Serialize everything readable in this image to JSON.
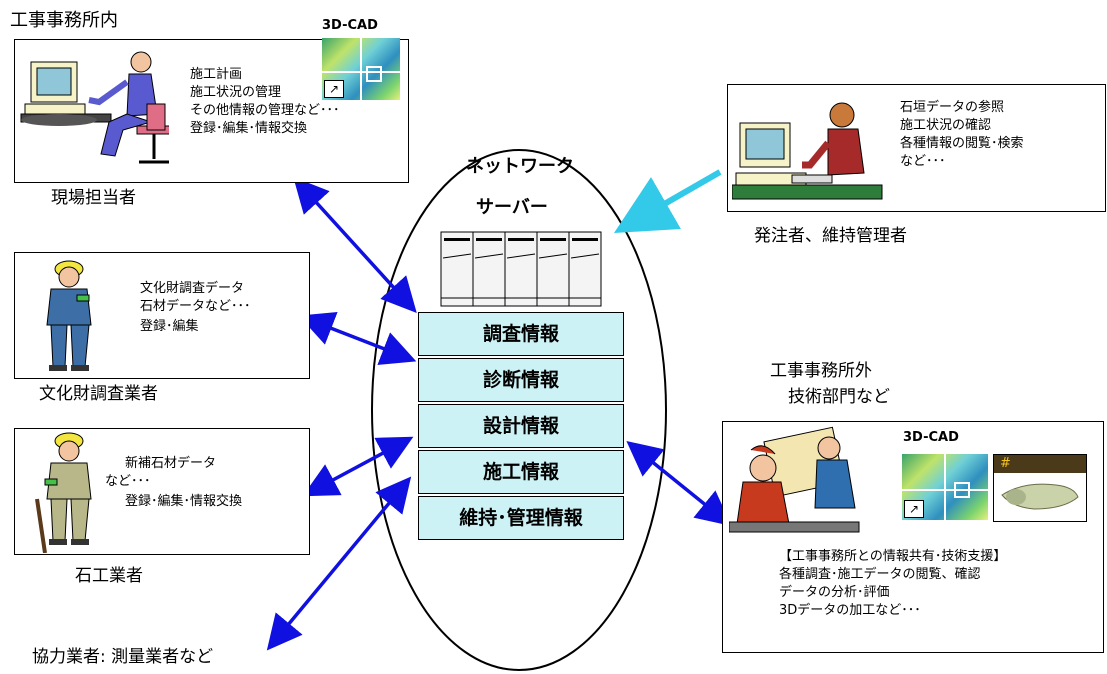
{
  "office_internal": {
    "title": "工事事務所内",
    "cad_label": "3D-CAD",
    "lines": [
      "施工計画",
      "施工状況の管理",
      "その他情報の管理など･･･",
      "登録･編集･情報交換"
    ],
    "role": "現場担当者"
  },
  "client": {
    "lines": [
      "石垣データの参照",
      "施工状況の確認",
      "各種情報の閲覧･検索",
      "など･･･"
    ],
    "role": "発注者、維持管理者"
  },
  "cultural": {
    "lines": [
      "文化財調査データ",
      "石材データなど･･･",
      "登録･編集"
    ],
    "role": "文化財調査業者"
  },
  "mason": {
    "lines": [
      "新補石材データ",
      "など･･･",
      "登録･編集･情報交換"
    ],
    "role": "石工業者"
  },
  "partner": {
    "role": "協力業者: 測量業者など"
  },
  "office_external": {
    "title_line1": "工事事務所外",
    "title_line2": "技術部門など",
    "cad_label": "3D-CAD",
    "lines": [
      "【工事事務所との情報共有･技術支援】",
      "各種調査･施工データの閲覧、確認",
      "データの分析･評価",
      "3Dデータの加工など･･･"
    ]
  },
  "network": {
    "label": "ネットワーク",
    "server": "サーバー",
    "info_items": [
      "調査情報",
      "診断情報",
      "設計情報",
      "施工情報",
      "維持･管理情報"
    ]
  },
  "colors": {
    "arrow": "#1010e0",
    "arrow_light": "#33c9e8",
    "info_fill": "#ccf2f5"
  }
}
